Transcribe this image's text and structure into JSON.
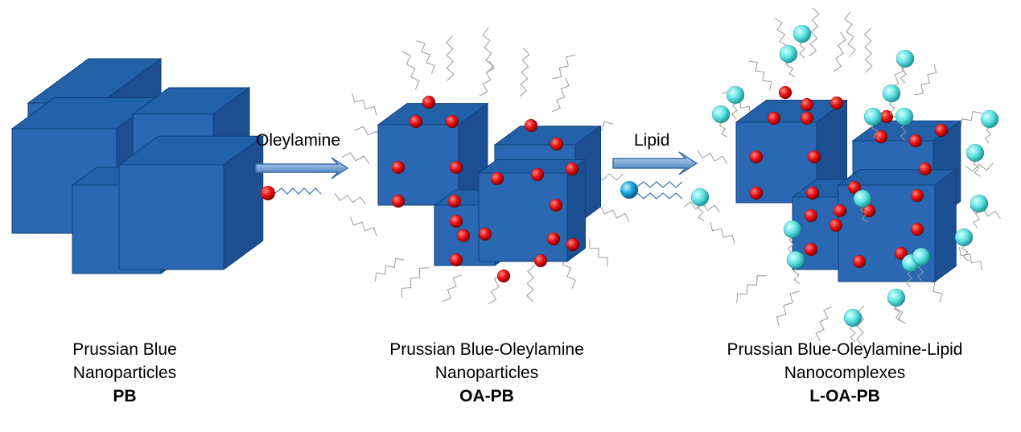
{
  "figure": {
    "panels": [
      {
        "id": "pb",
        "name_line1": "Prussian Blue",
        "name_line2": "Nanoparticles",
        "abbrev": "PB"
      },
      {
        "id": "oapb",
        "name_line1": "Prussian Blue-Oleylamine",
        "name_line2": "Nanoparticles",
        "abbrev": "OA-PB"
      },
      {
        "id": "loapb",
        "name_line1": "Prussian Blue-Oleylamine-Lipid",
        "name_line2": "Nanocomplexes",
        "abbrev": "L-OA-PB"
      }
    ],
    "steps": [
      {
        "reagent": "Oleylamine"
      },
      {
        "reagent": "Lipid"
      }
    ]
  },
  "colors": {
    "cube_front": "#2a68b4",
    "cube_top": "#2260a8",
    "cube_side": "#1b4f92",
    "cube_edge": "#0f3f7c",
    "oleylamine_head": "#e81010",
    "lipid_head": "#5fe3e3",
    "chain": "#9a9a9a",
    "arrow": "#4a7fbf"
  }
}
